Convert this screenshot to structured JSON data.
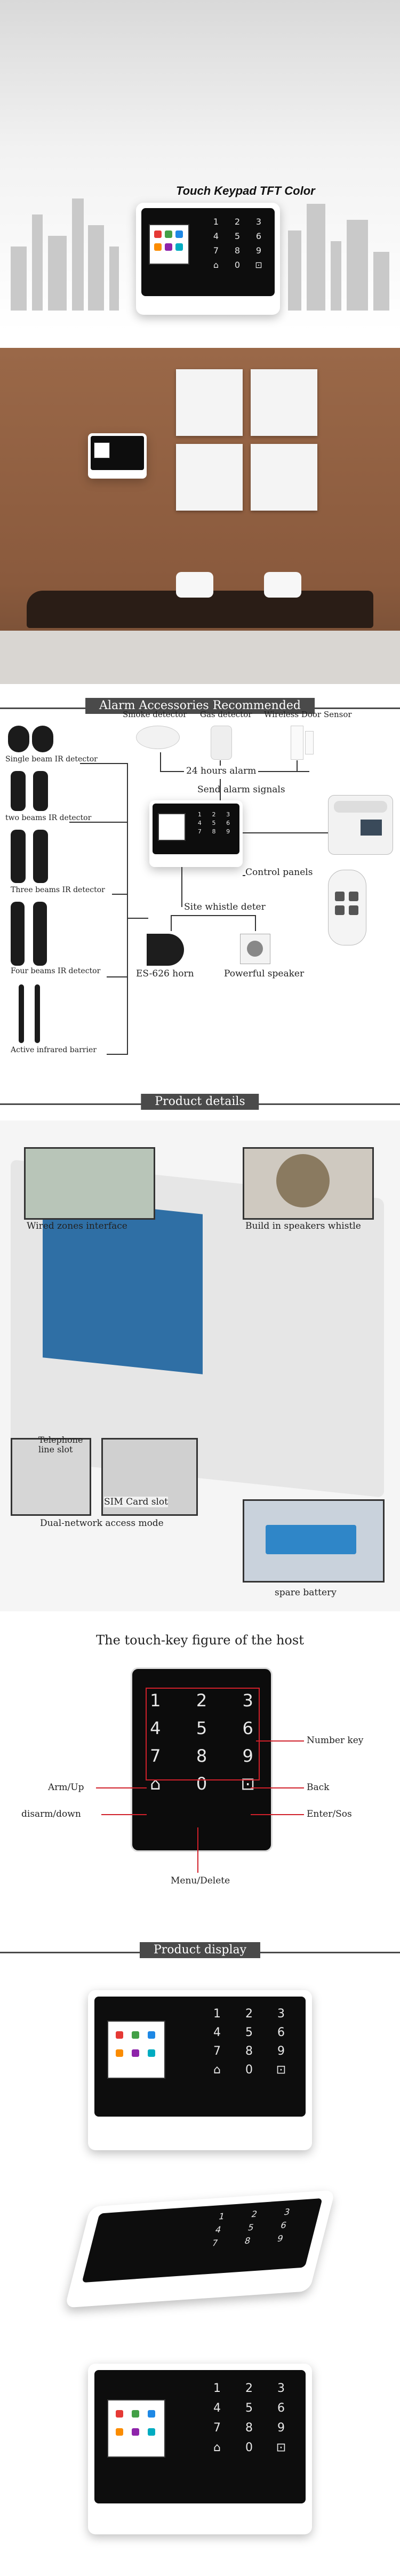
{
  "hero": {
    "title": "Touch Keypad TFT Color"
  },
  "keypad_keys": [
    "1",
    "2",
    "3",
    "4",
    "5",
    "6",
    "7",
    "8",
    "9",
    "⌂",
    "0",
    "⊡"
  ],
  "banners": {
    "accessories": "Alarm Accessories Recommended",
    "details": "Product details",
    "display": "Product display"
  },
  "accessories": {
    "left": [
      "Single beam IR detector",
      "two beams IR detector",
      "Three beams IR detector",
      "Four beams IR detector",
      "Active infrared barrier"
    ],
    "top": [
      "Smoke detector",
      "Gas detector",
      "Wireless Door Sensor"
    ],
    "hours": "24 hours alarm",
    "send": "Send alarm signals",
    "control": "Control panels",
    "site": "Site whistle deter",
    "horn": "ES-626 horn",
    "speaker": "Powerful speaker"
  },
  "details": {
    "wired": "Wired zones interface",
    "speaker": "Build in speakers whistle",
    "telephone": "Telephone line slot",
    "sim": "SIM Card slot",
    "dual": "Dual-network access mode",
    "battery": "spare battery"
  },
  "touch": {
    "title": "The touch-key figure of the host",
    "number_key": "Number key",
    "arm": "Arm/Up",
    "disarm": "disarm/down",
    "back": "Back",
    "enter": "Enter/Sos",
    "menu": "Menu/Delete"
  }
}
